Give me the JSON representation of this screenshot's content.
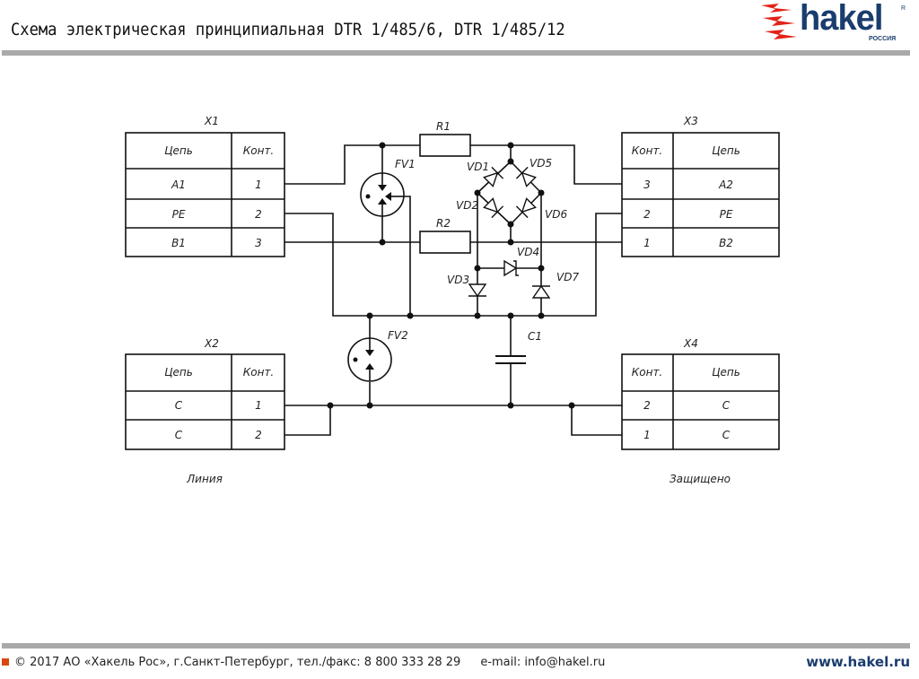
{
  "header": {
    "title": "Схема электрическая принципиальная DTR 1/485/6, DTR 1/485/12",
    "logo": {
      "brand": "hakel",
      "subtitle": "РОССИЯ",
      "registered": "R",
      "icon": "lightning-bolts-icon"
    }
  },
  "schematic": {
    "connectors": {
      "X1": {
        "label": "X1",
        "headers": [
          "Цепь",
          "Конт."
        ],
        "rows": [
          [
            "A1",
            "1"
          ],
          [
            "PE",
            "2"
          ],
          [
            "B1",
            "3"
          ]
        ]
      },
      "X2": {
        "label": "X2",
        "headers": [
          "Цепь",
          "Конт."
        ],
        "rows": [
          [
            "C",
            "1"
          ],
          [
            "C",
            "2"
          ]
        ],
        "caption": "Линия"
      },
      "X3": {
        "label": "X3",
        "headers": [
          "Конт.",
          "Цепь"
        ],
        "rows": [
          [
            "3",
            "A2"
          ],
          [
            "2",
            "PE"
          ],
          [
            "1",
            "B2"
          ]
        ]
      },
      "X4": {
        "label": "X4",
        "headers": [
          "Конт.",
          "Цепь"
        ],
        "rows": [
          [
            "2",
            "C"
          ],
          [
            "1",
            "C"
          ]
        ],
        "caption": "Защищено"
      }
    },
    "components": {
      "R1": "R1",
      "R2": "R2",
      "FV1": "FV1",
      "FV2": "FV2",
      "C1": "C1",
      "VD1": "VD1",
      "VD2": "VD2",
      "VD3": "VD3",
      "VD4": "VD4",
      "VD5": "VD5",
      "VD6": "VD6",
      "VD7": "VD7"
    }
  },
  "footer": {
    "copyright": "© 2017 АО «Хакель Рос», г.Санкт-Петербург, тел./факс: 8 800 333 28 29",
    "email": "e-mail: info@hakel.ru",
    "website": "www.hakel.ru",
    "accent_color": "#d9480f"
  }
}
